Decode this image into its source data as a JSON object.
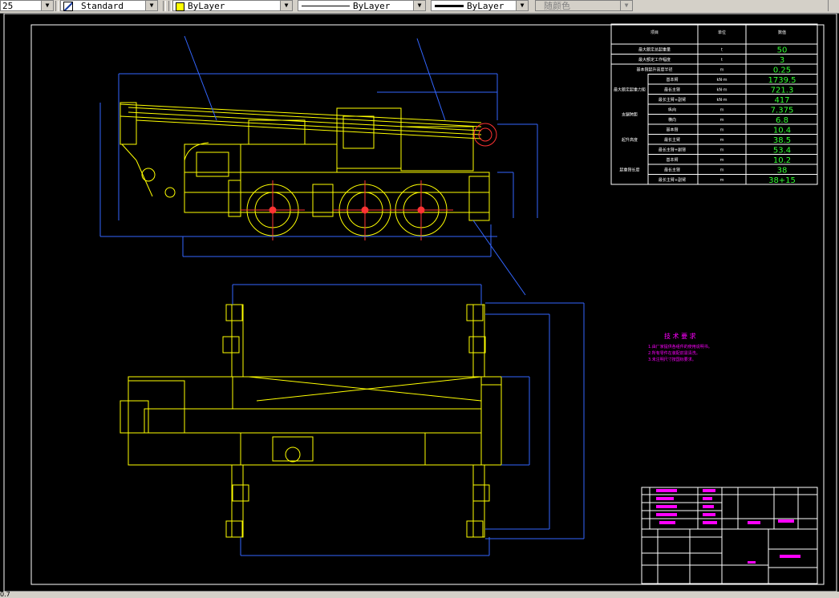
{
  "toolbar": {
    "text_height": "25",
    "text_style": "Standard",
    "layer_color": "ByLayer",
    "linetype": "ByLayer",
    "lineweight": "ByLayer",
    "plot_style": "随颜色",
    "layer_color_swatch": "#ffff00"
  },
  "table": {
    "header": [
      "项目",
      "单位",
      "数值"
    ],
    "rows": [
      {
        "label": "最大额定总起重量",
        "unit": "t",
        "value": "50"
      },
      {
        "label": "最大额定工作幅度",
        "unit": "t",
        "value": "3"
      },
      {
        "label": "基本臂起升高度半径",
        "unit": "m",
        "value": "0.25"
      },
      {
        "label": "基本臂",
        "unit": "kN·m",
        "value": "1739.5"
      },
      {
        "label": "最长主臂",
        "unit": "kN·m",
        "value": "721.3"
      },
      {
        "label": "最长主臂+副臂",
        "unit": "kN·m",
        "value": "417"
      },
      {
        "label": "纵向",
        "unit": "m",
        "value": "7.375"
      },
      {
        "label": "横向",
        "unit": "m",
        "value": "6.8"
      },
      {
        "label": "基本臂",
        "unit": "m",
        "value": "10.4"
      },
      {
        "label": "最长主臂",
        "unit": "m",
        "value": "38.5"
      },
      {
        "label": "最长主臂+副臂",
        "unit": "m",
        "value": "53.4"
      },
      {
        "label": "基本臂",
        "unit": "m",
        "value": "10.2"
      },
      {
        "label": "最长主臂",
        "unit": "m",
        "value": "38"
      },
      {
        "label": "最长主臂+副臂",
        "unit": "m",
        "value": "38+15"
      }
    ],
    "groups": [
      "最大额定起重力矩",
      "支腿跨距",
      "起升高度",
      "起重臂长度"
    ]
  },
  "notes": {
    "title": "技 术 要 求",
    "lines": [
      "1.由厂家提供各组件的使用说明书。",
      "2.所有零件在装配前需清洗。",
      "3.未注明尺寸按国标要求。"
    ]
  },
  "status": {
    "command": "0.7"
  }
}
